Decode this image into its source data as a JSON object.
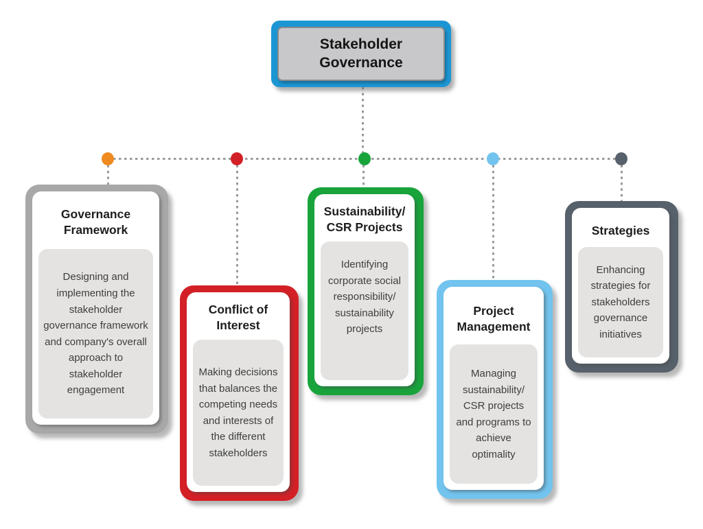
{
  "diagram": {
    "root_node": {
      "title": "Stakeholder\nGovernance",
      "border_color": "#1c96d3",
      "fill_color": "#c8c8ca"
    },
    "connector_color": "#9b9b9b",
    "branches": [
      {
        "title": "Governance\nFramework",
        "body": "Designing and implementing the stakeholder governance framework and company's overall approach to stakeholder engagement",
        "card_color": "#a8a8a8",
        "dot_color": "#ee8a20"
      },
      {
        "title": "Conflict of\nInterest",
        "body": "Making decisions that balances the competing needs and interests of the different stakeholders",
        "card_color": "#d32026",
        "dot_color": "#d32026"
      },
      {
        "title": "Sustainability/\nCSR Projects",
        "body": "Identifying corporate social responsibility/ sustainability projects",
        "card_color": "#18a43b",
        "dot_color": "#18a43b"
      },
      {
        "title": "Project\nManagement",
        "body": "Managing sustainability/ CSR projects and programs to achieve optimality",
        "card_color": "#72c4ee",
        "dot_color": "#72c4ee"
      },
      {
        "title": "Strategies",
        "body": "Enhancing strategies for stakeholders governance initiatives",
        "card_color": "#57616b",
        "dot_color": "#57616b"
      }
    ]
  }
}
